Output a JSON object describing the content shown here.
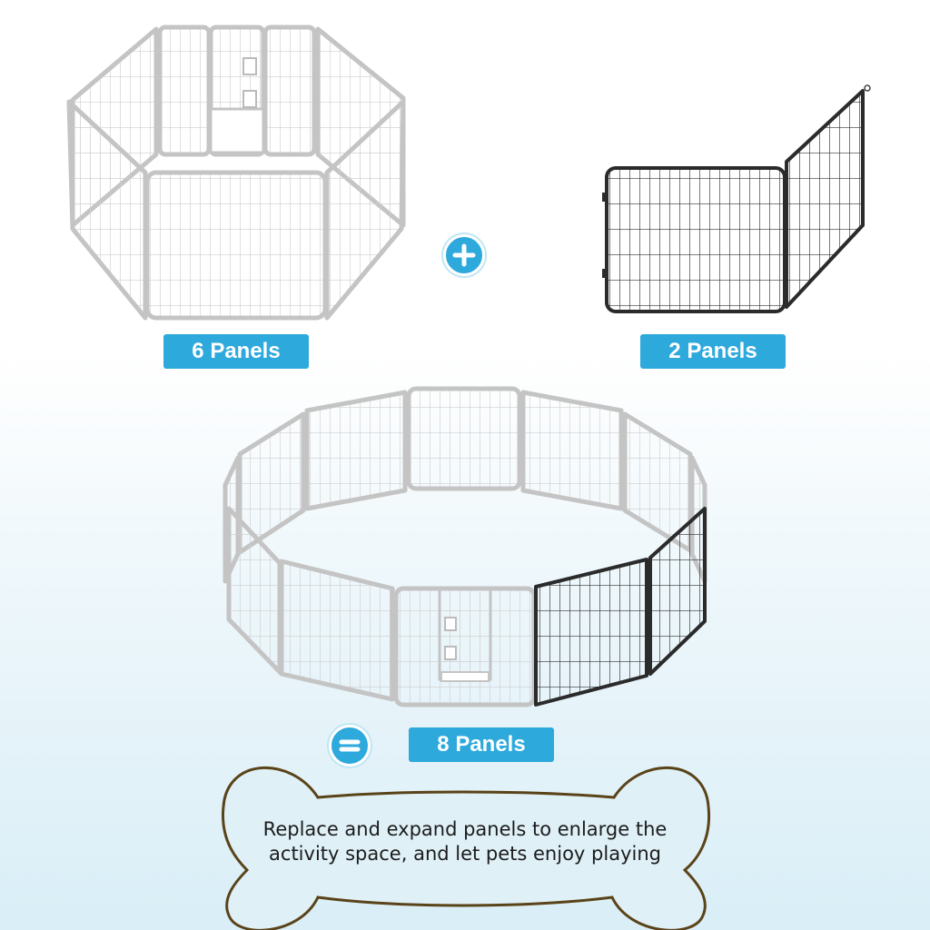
{
  "colors": {
    "accent": "#2da9dc",
    "silver_panel": "#c8c8c8",
    "black_panel": "#2b2b2b",
    "bone_outline": "#5a4318",
    "bone_fill": "#dff0f7"
  },
  "labels": {
    "top_left": "6 Panels",
    "top_right": "2 Panels",
    "result": "8 Panels"
  },
  "icons": {
    "plus": "plus-icon",
    "equals": "equals-icon",
    "bone": "dog-bone-shape"
  },
  "caption": {
    "line1": "Replace and expand panels to enlarge the",
    "line2": "activity space, and let pets enjoy playing"
  }
}
